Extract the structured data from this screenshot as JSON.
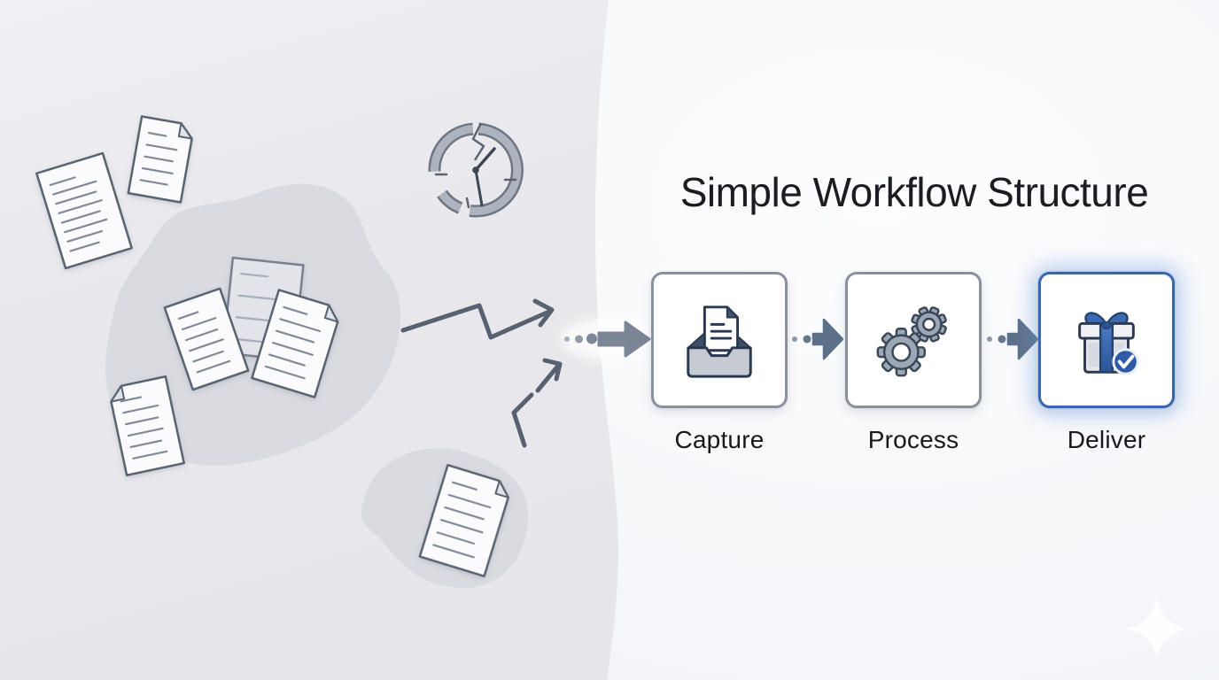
{
  "title": "Simple Workflow Structure",
  "workflow": {
    "steps": [
      {
        "label": "Capture",
        "icon": "inbox-document-icon",
        "state": "default"
      },
      {
        "label": "Process",
        "icon": "gears-icon",
        "state": "default"
      },
      {
        "label": "Deliver",
        "icon": "gift-check-icon",
        "state": "highlighted"
      }
    ]
  },
  "left_scene": {
    "icons": [
      "document-icon",
      "broken-clock-icon",
      "zigzag-arrow-icon",
      "bent-arrow-icon",
      "flow-arrow-icon",
      "sparkle-icon"
    ]
  },
  "colors": {
    "left_background": "#e9e9ed",
    "blob": "#dadbe0",
    "right_background": "#f6f8fb",
    "accent_blue": "#3c66ab",
    "card_border": "#8a919d",
    "connector_arrow": "#5d7089",
    "sketch_arrow": "#57616f",
    "title_text": "#1b1d22"
  }
}
